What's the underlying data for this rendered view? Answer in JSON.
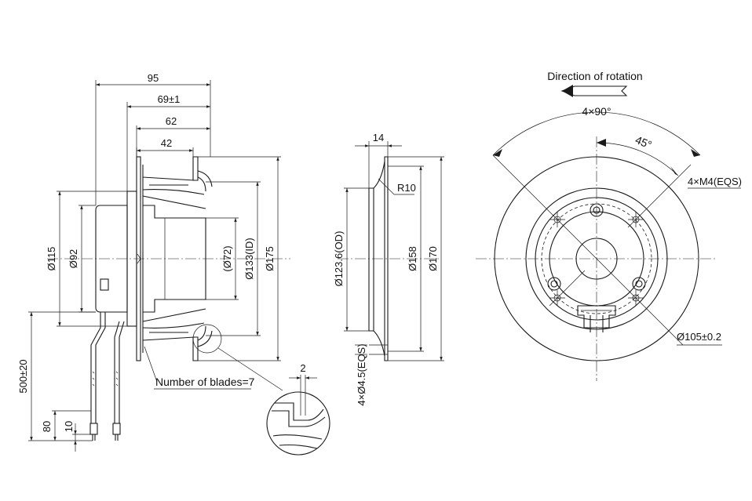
{
  "side_view": {
    "width_total": "95",
    "width_69": "69±1",
    "width_62": "62",
    "width_42": "42",
    "dia_115": "Ø115",
    "dia_92": "Ø92",
    "dia_72": "(Ø72)",
    "dia_133": "Ø133(ID)",
    "dia_175": "Ø175",
    "cable_length": "500±20",
    "strip_80": "80",
    "strip_10": "10",
    "blades": "Number of blades=7"
  },
  "detail": {
    "gap": "2"
  },
  "ring_view": {
    "thickness": "14",
    "radius": "R10",
    "dia_od": "Ø123.6(OD)",
    "dia_158": "Ø158",
    "dia_170": "Ø170",
    "holes": "4×Ø4.5(EQS)"
  },
  "front_view": {
    "rotation": "Direction of rotation",
    "pitch": "4×90°",
    "angle": "45°",
    "threads": "4×M4(EQS)",
    "bolt_circle": "Ø105±0.2"
  }
}
